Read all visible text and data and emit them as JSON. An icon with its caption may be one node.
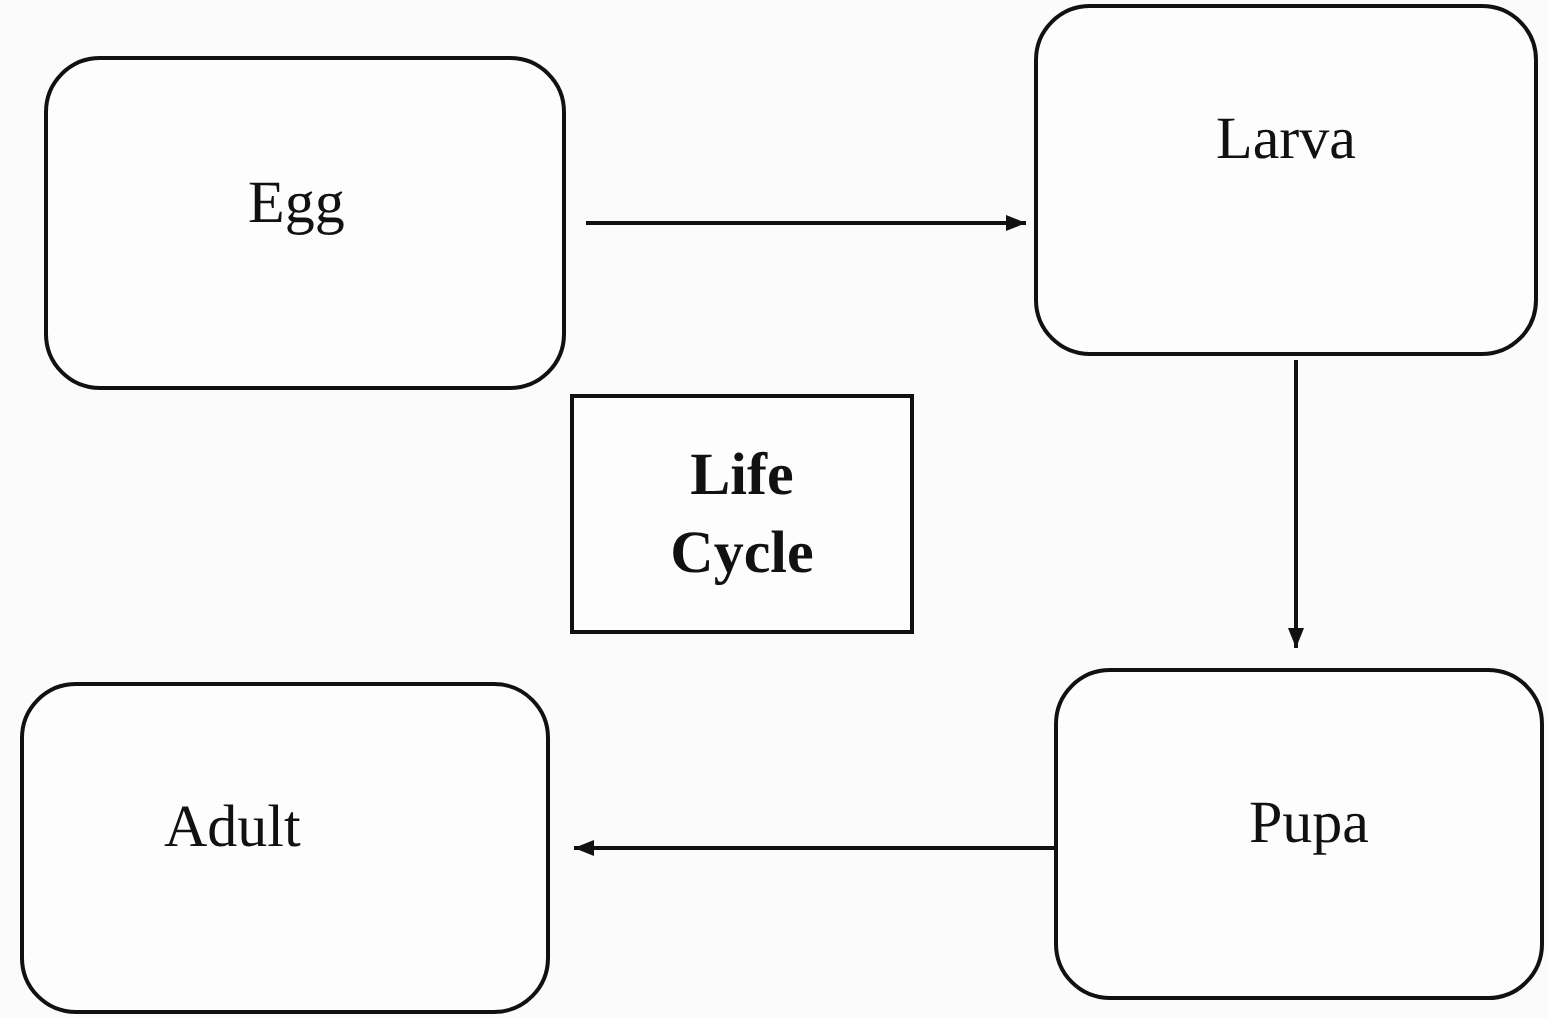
{
  "diagram": {
    "nodes": [
      {
        "text": [
          "Egg"
        ]
      },
      {
        "text": [
          "Larva"
        ]
      },
      {
        "text": [
          "Life Cycle"
        ]
      },
      {
        "text": [
          "Adult"
        ]
      },
      {
        "text": [
          "Pupa"
        ]
      }
    ],
    "edges": [
      {
        "from": 0,
        "to": 1,
        "arrow": "to"
      },
      {
        "from": 1,
        "to": 4,
        "arrow": "to"
      },
      {
        "from": 4,
        "to": 3,
        "arrow": "to"
      }
    ]
  }
}
